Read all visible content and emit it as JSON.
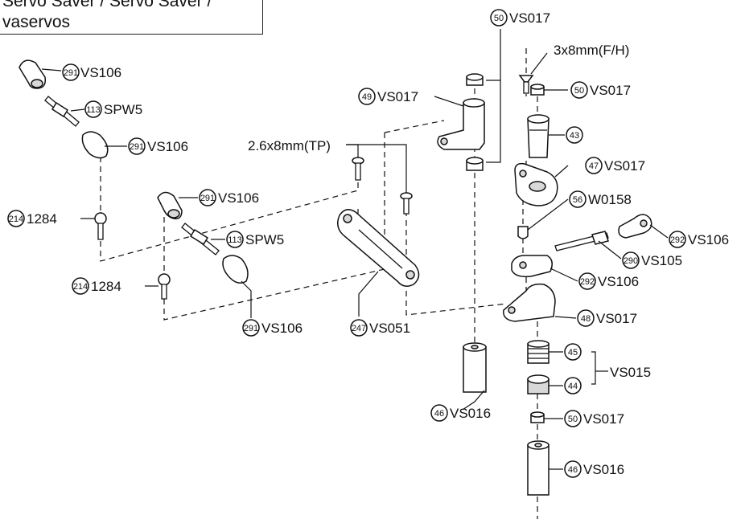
{
  "title": {
    "line1": "Servo Saver / Servo Saver /",
    "line2": "vaservos"
  },
  "callouts": [
    {
      "id": "c-291a",
      "num": "291",
      "code": "VS106"
    },
    {
      "id": "c-113a",
      "num": "113",
      "code": "SPW5"
    },
    {
      "id": "c-291b",
      "num": "291",
      "code": "VS106"
    },
    {
      "id": "c-214a",
      "num": "214",
      "code": "1284"
    },
    {
      "id": "c-291c",
      "num": "291",
      "code": "VS106"
    },
    {
      "id": "c-113b",
      "num": "113",
      "code": "SPW5"
    },
    {
      "id": "c-214b",
      "num": "214",
      "code": "1284"
    },
    {
      "id": "c-291d",
      "num": "291",
      "code": "VS106"
    },
    {
      "id": "c-247",
      "num": "247",
      "code": "VS051"
    },
    {
      "id": "c-49",
      "num": "49",
      "code": "VS017"
    },
    {
      "id": "c-50a",
      "num": "50",
      "code": "VS017"
    },
    {
      "id": "c-46a",
      "num": "46",
      "code": "VS016"
    },
    {
      "id": "c-50b",
      "num": "50",
      "code": "VS017"
    },
    {
      "id": "c-43",
      "num": "43",
      "code": ""
    },
    {
      "id": "c-47",
      "num": "47",
      "code": "VS017"
    },
    {
      "id": "c-56",
      "num": "56",
      "code": "W0158"
    },
    {
      "id": "c-292a",
      "num": "292",
      "code": "VS106"
    },
    {
      "id": "c-290",
      "num": "290",
      "code": "VS105"
    },
    {
      "id": "c-292b",
      "num": "292",
      "code": "VS106"
    },
    {
      "id": "c-48",
      "num": "48",
      "code": "VS017"
    },
    {
      "id": "c-45",
      "num": "45",
      "code": ""
    },
    {
      "id": "c-44",
      "num": "44",
      "code": ""
    },
    {
      "id": "c-50c",
      "num": "50",
      "code": "VS017"
    },
    {
      "id": "c-46b",
      "num": "46",
      "code": "VS016"
    }
  ],
  "labels": {
    "screw_tp": "2.6x8mm(TP)",
    "screw_fh": "3x8mm(F/H)",
    "group_vs015": "VS015"
  }
}
